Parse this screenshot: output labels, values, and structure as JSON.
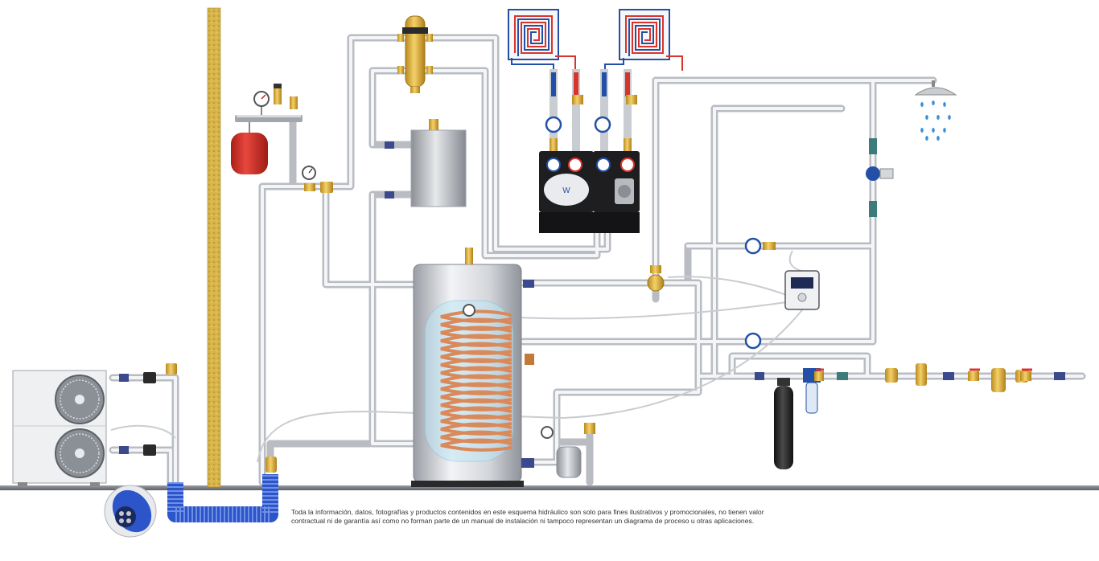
{
  "diagram": {
    "disclaimer_line1": "Toda la información, datos, fotografías y productos contenidos en este esquema hidráulico son solo para fines ilustrativos y promocionales, no tienen valor",
    "disclaimer_line2": "contractual ni de garantía así como no forman parte de un manual de instalación ni tampoco representan un diagrama de proceso u otras aplicaciones."
  },
  "colors": {
    "pipe": "#b9bcc2",
    "floor": "#6d7178",
    "wall": "#d8b54a",
    "brass": "#e2b23c",
    "expansion_tank": "#d9342b",
    "hot": "#d9342b",
    "cold": "#2350a6",
    "coil": "#d9895a",
    "flex_hose": "#2b55c8",
    "filter_housing": "#222222"
  },
  "icons": [
    "heat-pump-unit",
    "fan-icon",
    "expansion-tank-icon",
    "pressure-gauge-icon",
    "hydraulic-separator-icon",
    "buffer-tank-icon",
    "floor-heating-coil-icon",
    "pump-station-icon",
    "circulation-pump-icon",
    "mixing-valve-icon",
    "controller-icon",
    "storage-tank-icon",
    "shower-head-icon",
    "water-softener-icon",
    "water-filter-icon",
    "ball-valve-icon",
    "pipe-insulation-icon"
  ]
}
